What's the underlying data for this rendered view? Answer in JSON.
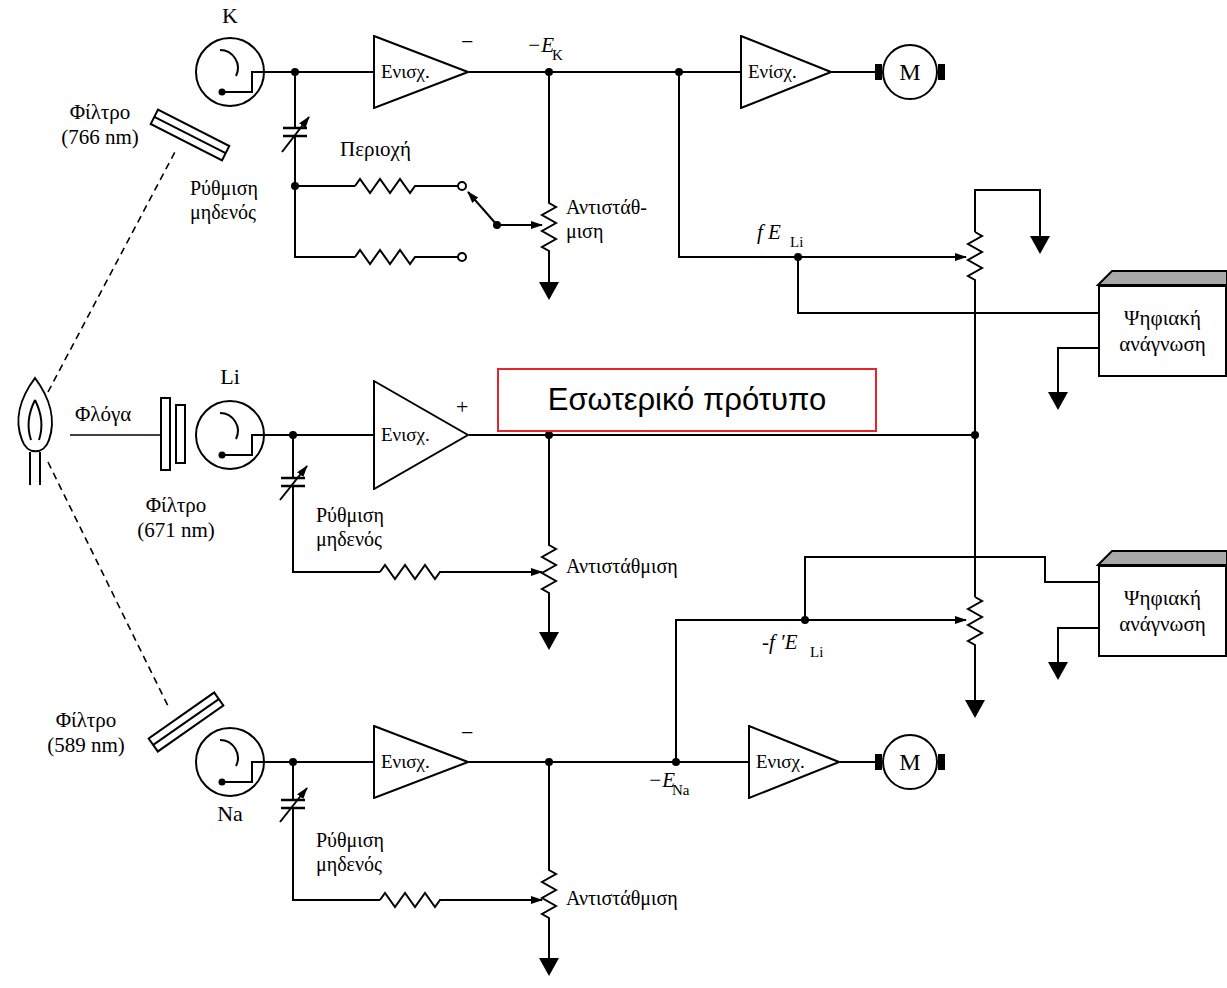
{
  "diagram": {
    "nodes": [
      {
        "text": [
          "K"
        ]
      },
      {
        "text": [
          "Ενισχ."
        ]
      },
      {
        "text": [
          "Ενίσχ."
        ]
      },
      {
        "text": [
          "M"
        ]
      },
      {
        "text": [
          "Ψηφιακή ανάγνωση"
        ]
      },
      {
        "text": [
          "Li"
        ]
      },
      {
        "text": [
          "Ενισχ."
        ]
      },
      {
        "text": [
          "Εσωτερικό πρότυπο"
        ]
      },
      {
        "text": [
          "Ψηφιακή ανάγνωση"
        ]
      },
      {
        "text": [
          "Na"
        ]
      },
      {
        "text": [
          "Ενισχ."
        ]
      },
      {
        "text": [
          "Ενισχ."
        ]
      },
      {
        "text": [
          "M"
        ]
      }
    ],
    "edges": [
      {
        "from": 0,
        "to": 1,
        "arrow": "none"
      },
      {
        "from": 1,
        "to": 2,
        "arrow": "none"
      },
      {
        "from": 2,
        "to": 3,
        "arrow": "none"
      },
      {
        "from": 5,
        "to": 6,
        "arrow": "none"
      },
      {
        "from": 9,
        "to": 10,
        "arrow": "none"
      },
      {
        "from": 10,
        "to": 11,
        "arrow": "none"
      },
      {
        "from": 11,
        "to": 12,
        "arrow": "none"
      }
    ],
    "labels": [
      "Φίλτρο (766 nm)",
      "Ρύθμιση μηδενός",
      "Περιοχή",
      "−",
      "−E",
      "K",
      "Αντιστάθ- μιση",
      "f E",
      "Li",
      "Φλόγα",
      "+",
      "Φίλτρο (671 nm)",
      "Ρύθμιση μηδενός",
      "Αντιστάθμιση",
      "-f ′E",
      "Li",
      "Φίλτρο (589 nm)",
      "−",
      "−E",
      "Na",
      "Ρύθμιση μηδενός",
      "Αντιστάθμιση"
    ]
  }
}
